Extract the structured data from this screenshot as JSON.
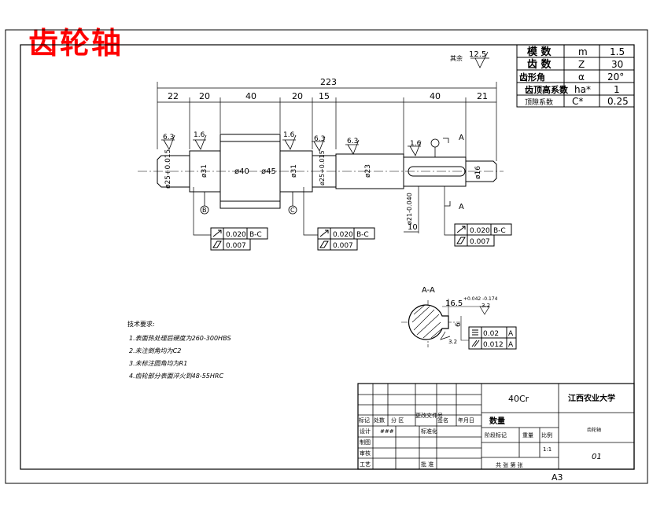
{
  "title": "齿轮轴",
  "top_note": "其余",
  "top_roughness": "12.5",
  "param_table": [
    {
      "label": "模  数",
      "sym": "m",
      "val": "1.5"
    },
    {
      "label": "齿  数",
      "sym": "Z",
      "val": "30"
    },
    {
      "label": "齿形角",
      "sym": "α",
      "val": "20°"
    },
    {
      "label": "齿顶高系数",
      "sym": "ha*",
      "val": "1"
    },
    {
      "label": "顶隙系数",
      "sym": "C*",
      "val": "0.25"
    }
  ],
  "dims_top": {
    "overall": "223",
    "d22": "22",
    "d20a": "20",
    "d40a": "40",
    "d20b": "20",
    "d15": "15",
    "d40b": "40",
    "d21": "21"
  },
  "dia_labels": {
    "d25a": "ø25+0.015",
    "d31a": "ø31",
    "d40": "ø40",
    "d45": "ø45",
    "d31b": "ø31",
    "d25b": "ø25+0.015",
    "d23": "ø23",
    "d21": "ø21-0.040",
    "d16": "ø16"
  },
  "roughness": {
    "r1": "6.3",
    "r2": "1.6",
    "r3": "1.6",
    "r4": "6.3",
    "r5": "6.3",
    "r6": "1.6"
  },
  "datums": {
    "b": "B",
    "c": "C",
    "a": "A",
    "a2": "A"
  },
  "tol_frames": [
    {
      "row1_val": "0.020",
      "row1_ref": "B-C",
      "row2_val": "0.007"
    },
    {
      "row1_val": "0.020",
      "row1_ref": "B-C",
      "row2_val": "0.007"
    },
    {
      "row1_val": "0.020",
      "row1_ref": "B-C",
      "row2_val": "0.007"
    }
  ],
  "dim10": "10",
  "section": {
    "label": "A-A",
    "keyway": "16.5",
    "keyway_tol": "+0.042 -0.174",
    "width": "6",
    "r1": "3.2",
    "r2": "3.2",
    "f1_val": "0.02",
    "f1_ref": "A",
    "f2_val": "0.012",
    "f2_ref": "A"
  },
  "notes": {
    "heading": "技术要求:",
    "n1": "1.表面热处理后硬度为260-300HBS",
    "n2": "2.未注倒角均为C2",
    "n3": "3.未标注圆角均为R1",
    "n4": "4.齿轮部分表面淬火到48-55HRC"
  },
  "title_block": {
    "material": "40Cr",
    "school": "江西农业大学",
    "qty": "数量",
    "stage_mark": "阶段标记",
    "weight": "重量",
    "scale": "比例",
    "scale_val": "1:1",
    "sheets": "共   张   第   张",
    "name": "齿轮轴",
    "drawing_no": "01",
    "r1": [
      "标记",
      "处数",
      "分 区",
      "更改文件号",
      "签名",
      "年月日"
    ],
    "design": "设计",
    "design_name": "###",
    "std": "标准化",
    "drafting": "制图",
    "review": "审核",
    "process": "工艺",
    "approve": "批 准"
  },
  "sheet_size": "A3"
}
